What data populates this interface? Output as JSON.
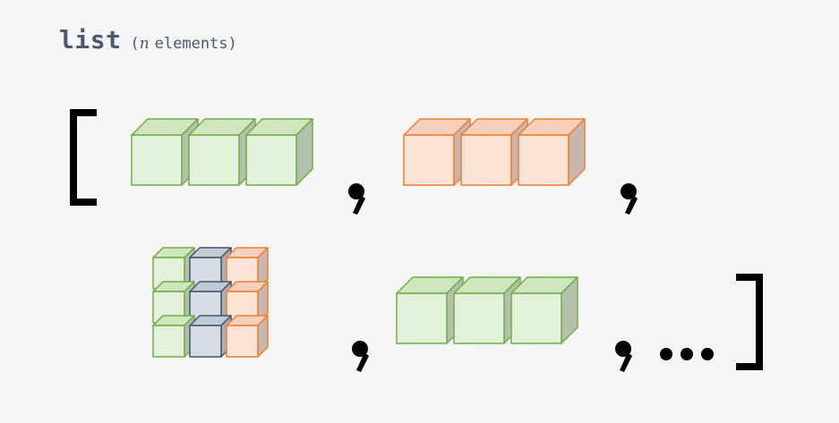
{
  "title": {
    "keyword": "list",
    "open_paren": "(",
    "n": "n",
    "elements_word": "elements",
    "close_paren": ")"
  },
  "colors": {
    "green": {
      "front": "#e3f0da",
      "side": "#b4c2ad",
      "top": "#cfe6be",
      "stroke": "#70ad47"
    },
    "orange": {
      "front": "#fbe3d6",
      "side": "#c9b7ae",
      "top": "#f7d0bb",
      "stroke": "#ed7d31"
    },
    "blue": {
      "front": "#d6dce5",
      "side": "#a8afb9",
      "top": "#c2cad6",
      "stroke": "#44546a"
    },
    "punct": "#000000"
  },
  "glyphs": {
    "open_bracket": "[",
    "close_bracket": "]",
    "comma": ",",
    "ellipsis": "..."
  },
  "elements": [
    {
      "kind": "vector",
      "color": "green",
      "length": 3
    },
    {
      "kind": "vector",
      "color": "orange",
      "length": 3
    },
    {
      "kind": "matrix",
      "rows": 3,
      "columns": [
        "green",
        "blue",
        "orange"
      ]
    },
    {
      "kind": "vector",
      "color": "green",
      "length": 3
    }
  ]
}
